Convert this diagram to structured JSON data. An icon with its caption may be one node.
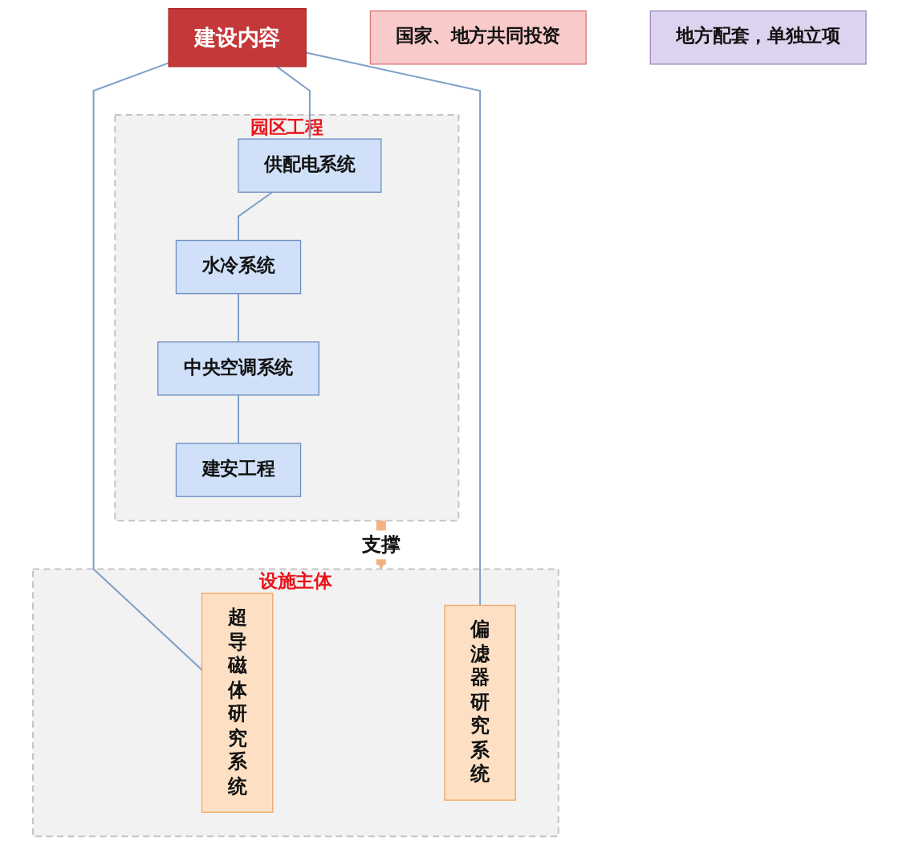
{
  "diagram": {
    "nodes": [
      {
        "text": [
          "建设内容"
        ]
      },
      {
        "text": [
          "设施主体"
        ]
      },
      {
        "text": [
          "超导磁体研究系统"
        ],
        "in": 1
      },
      {
        "text": [
          "偏滤器研究系统"
        ],
        "in": 1
      },
      {
        "text": [
          "园区工程"
        ]
      },
      {
        "text": [
          "供配电系统"
        ],
        "in": 4
      },
      {
        "text": [
          "水冷系统"
        ],
        "in": 4
      },
      {
        "text": [
          "中央空调系统"
        ],
        "in": 4
      },
      {
        "text": [
          "建安工程"
        ],
        "in": 4
      },
      {
        "text": [
          "国家、地方共同投资"
        ]
      },
      {
        "text": [
          "地方配套，单独立项"
        ]
      }
    ],
    "edges": [
      {
        "from": 0,
        "to": 2,
        "arrow": "none"
      },
      {
        "from": 0,
        "to": 3,
        "arrow": "none"
      },
      {
        "from": 0,
        "to": 5,
        "arrow": "none"
      },
      {
        "from": 5,
        "to": 6,
        "arrow": "none"
      },
      {
        "from": 6,
        "to": 7,
        "arrow": "none"
      },
      {
        "from": 7,
        "to": 8,
        "arrow": "none"
      },
      {
        "from": 4,
        "to": 1,
        "arrow": "to",
        "label": "支撑",
        "style": "thick",
        "color": "#f4b183"
      }
    ]
  }
}
